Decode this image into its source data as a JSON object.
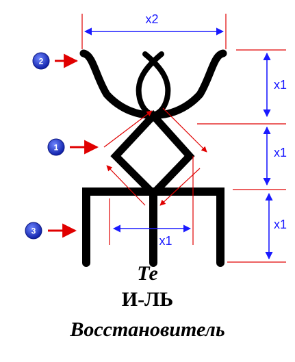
{
  "dimensions": {
    "top_width": "x2",
    "height_top": "x1",
    "height_middle": "x1",
    "height_bottom": "x1",
    "base_width": "x1"
  },
  "markers": [
    "1",
    "2",
    "3"
  ],
  "caption": {
    "line1": "Те",
    "line2": "И-ЛЬ",
    "line3": "Восстановитель"
  },
  "colors": {
    "glyph": "#000000",
    "dimension": "#1a1aff",
    "guide": "#e00000",
    "badge": "#1a2fd0"
  }
}
